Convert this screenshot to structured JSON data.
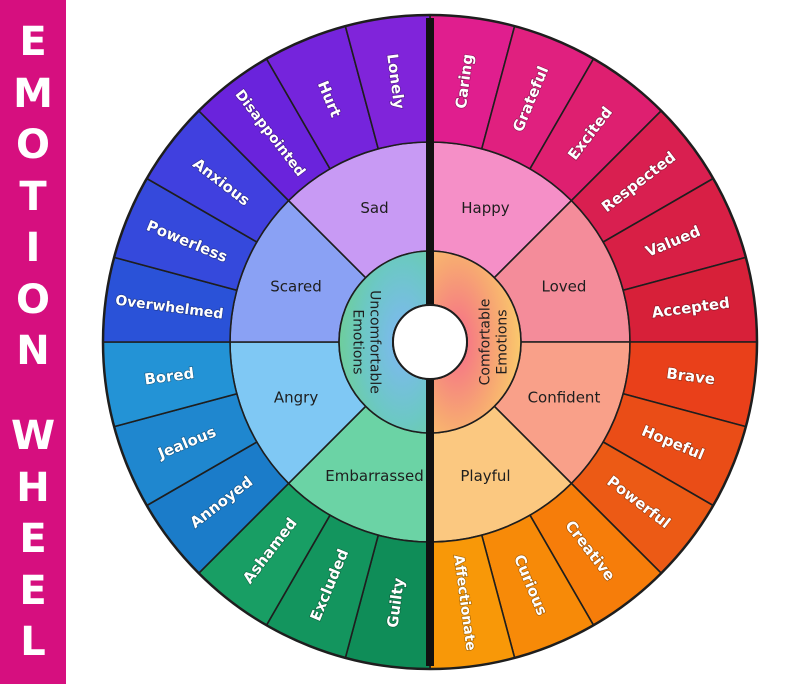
{
  "title_letters_top": [
    "E",
    "M",
    "O",
    "T",
    "I",
    "O",
    "N"
  ],
  "title_letters_bottom": [
    "W",
    "H",
    "E",
    "E",
    "L"
  ],
  "colors": {
    "sidebar": "#d60f7f",
    "divider": "#111111",
    "background": "#ffffff"
  },
  "center": {
    "uncomfortable_lines": [
      "Uncomfortable",
      "Emotions"
    ],
    "comfortable_lines": [
      "Comfortable",
      "Emotions"
    ]
  },
  "wheel": [
    {
      "emotion": "Happy",
      "color": "#f58fc7",
      "outer": [
        {
          "label": "Caring",
          "color": "#e01e8e"
        },
        {
          "label": "Grateful",
          "color": "#e0207f"
        },
        {
          "label": "Excited",
          "color": "#de1f70"
        }
      ]
    },
    {
      "emotion": "Loved",
      "color": "#f48c9a",
      "outer": [
        {
          "label": "Respected",
          "color": "#d91f50"
        },
        {
          "label": "Valued",
          "color": "#d81f45"
        },
        {
          "label": "Accepted",
          "color": "#d72039"
        }
      ]
    },
    {
      "emotion": "Confident",
      "color": "#f9a089",
      "outer": [
        {
          "label": "Brave",
          "color": "#e9401a"
        },
        {
          "label": "Hopeful",
          "color": "#ea4d17"
        },
        {
          "label": "Powerful",
          "color": "#ec5a15"
        }
      ]
    },
    {
      "emotion": "Playful",
      "color": "#fbc880",
      "outer": [
        {
          "label": "Creative",
          "color": "#f67d0a"
        },
        {
          "label": "Curious",
          "color": "#f78a08"
        },
        {
          "label": "Affectionate",
          "color": "#f89808"
        }
      ]
    },
    {
      "emotion": "Embarrassed",
      "color": "#6bd3a5",
      "outer": [
        {
          "label": "Guilty",
          "color": "#0f8d58"
        },
        {
          "label": "Excluded",
          "color": "#13955e"
        },
        {
          "label": "Ashamed",
          "color": "#189e64"
        }
      ]
    },
    {
      "emotion": "Angry",
      "color": "#7fc8f4",
      "outer": [
        {
          "label": "Annoyed",
          "color": "#1b7cc9"
        },
        {
          "label": "Jealous",
          "color": "#1f87cf"
        },
        {
          "label": "Bored",
          "color": "#2393d6"
        }
      ]
    },
    {
      "emotion": "Scared",
      "color": "#8aa1f4",
      "outer": [
        {
          "label": "Overwhelmed",
          "color": "#2a52d8"
        },
        {
          "label": "Powerless",
          "color": "#3549dc"
        },
        {
          "label": "Anxious",
          "color": "#4040df"
        }
      ]
    },
    {
      "emotion": "Sad",
      "color": "#c89af4",
      "outer": [
        {
          "label": "Disappointed",
          "color": "#6a23dc"
        },
        {
          "label": "Hurt",
          "color": "#7524dc"
        },
        {
          "label": "Lonely",
          "color": "#8024da"
        }
      ]
    }
  ]
}
